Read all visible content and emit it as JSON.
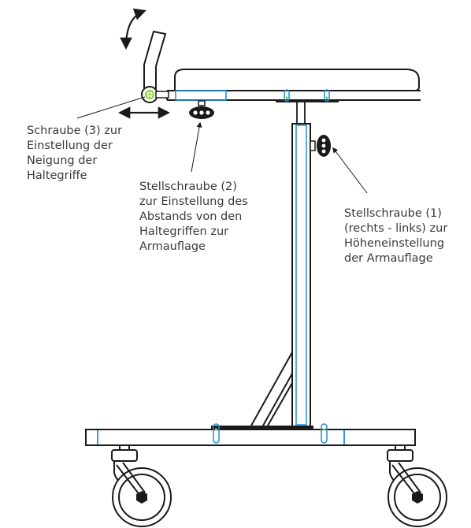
{
  "labels": {
    "screw3": [
      "Schraube (3) zur",
      "Einstellung der",
      "Neigung der",
      "Haltegriffe"
    ],
    "screw2": [
      "Stellschraube (2)",
      "zur Einstellung des",
      "Abstands von den",
      "Haltegriffen zur",
      "Armauflage"
    ],
    "screw1": [
      "Stellschraube (1)",
      "(rechts - links) zur",
      "Höheneinstellung",
      "der Armauflage"
    ]
  },
  "colors": {
    "line": "#1a1a1a",
    "accent_blue": "#1e90d8",
    "accent_green": "#8ccf2a",
    "text": "#3a3a3a"
  }
}
